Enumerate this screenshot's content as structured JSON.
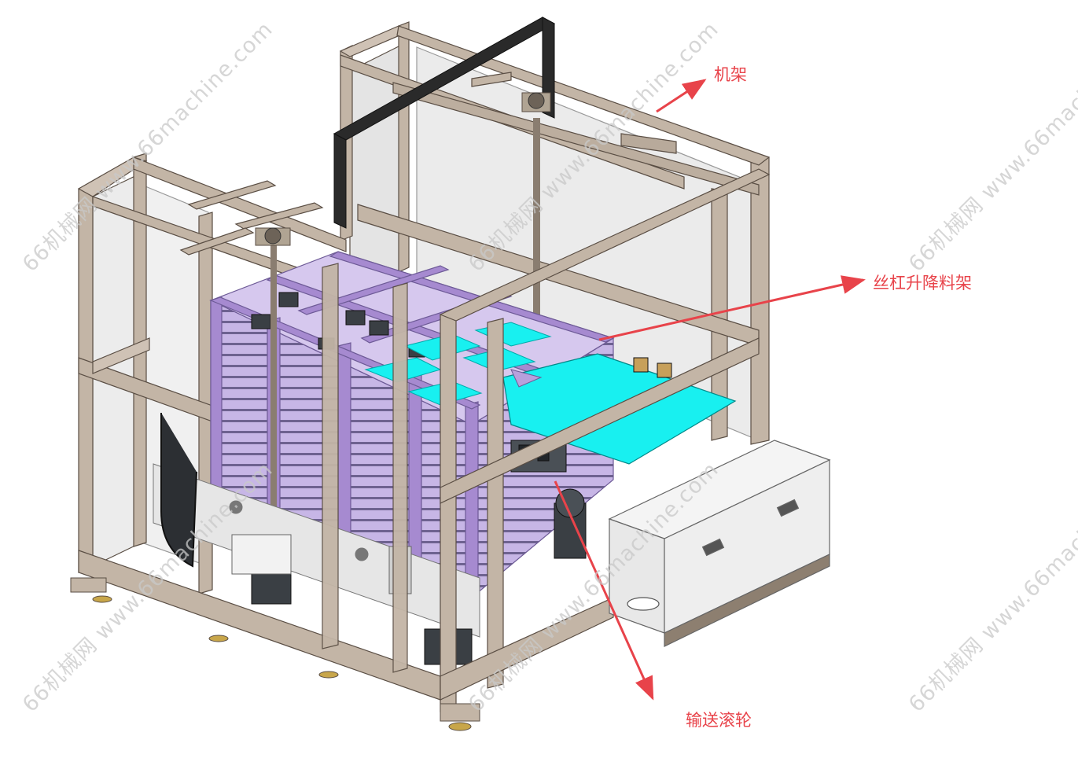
{
  "callouts": {
    "frame": "机架",
    "lift_rack": "丝杠升降料架",
    "conveyor_rollers": "输送滚轮"
  },
  "watermark": {
    "text": "66机械网 www.66machine.com"
  },
  "colors": {
    "callout": "#e8434a",
    "frame_beam": "#c3b5a6",
    "frame_edge": "#5a4e44",
    "rack_purple": "#b8a0dc",
    "plate_cyan": "#18f0f0",
    "panel_grey": "#e6e6e6",
    "box_grey": "#eeeeee",
    "motor_dark": "#3a3f44"
  }
}
